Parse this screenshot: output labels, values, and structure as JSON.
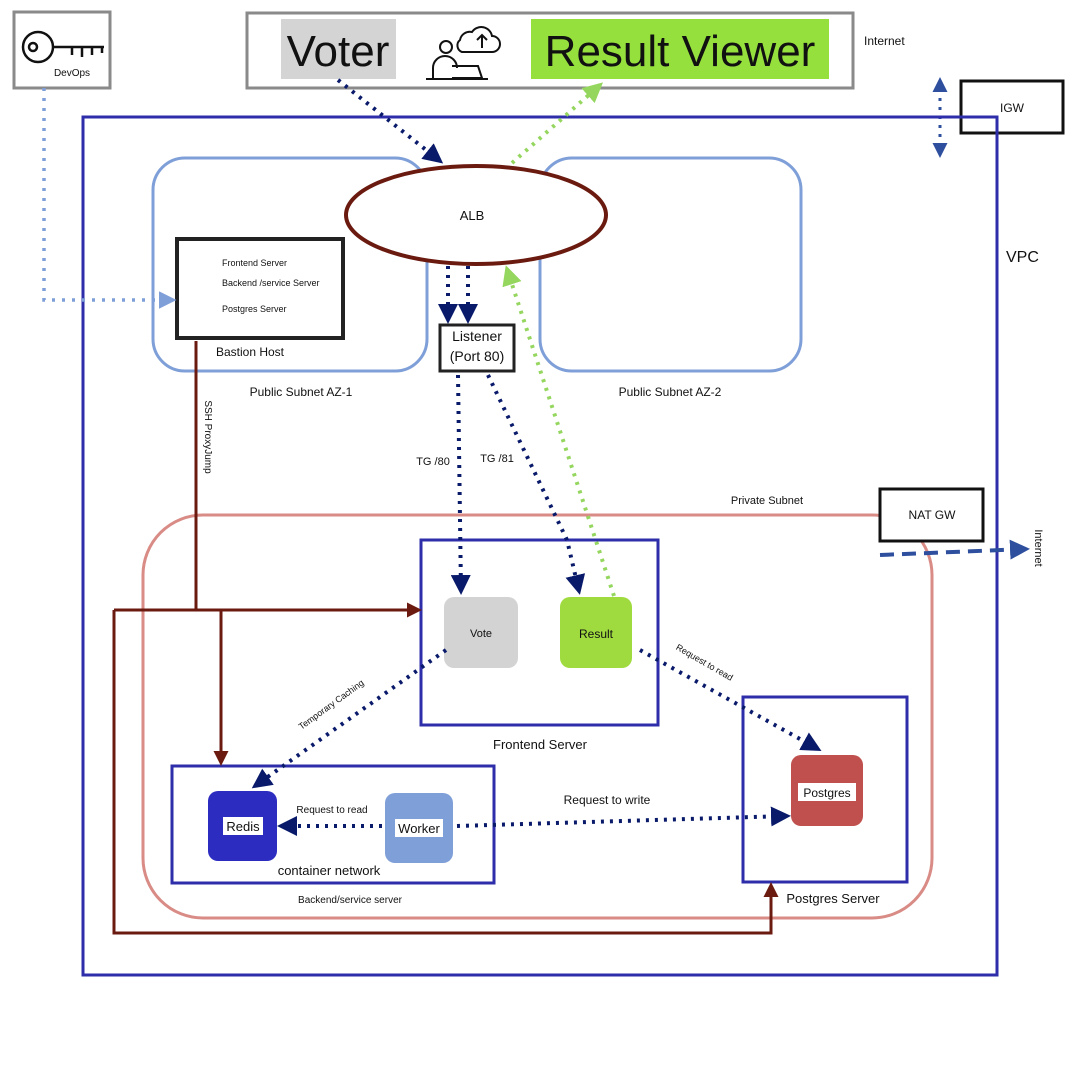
{
  "top_bar": {
    "voter_label": "Voter",
    "result_viewer_label": "Result Viewer",
    "internet_label": "Internet",
    "user_icon": "user-laptop-cloud-icon"
  },
  "devops": {
    "label": "DevOps",
    "icon": "key-icon"
  },
  "igw": {
    "label": "IGW"
  },
  "vpc": {
    "label": "VPC"
  },
  "alb": {
    "label": "ALB"
  },
  "listener": {
    "line1": "Listener",
    "line2": "(Port 80)"
  },
  "public_subnets": {
    "az1_label": "Public Subnet AZ-1",
    "az2_label": "Public Subnet AZ-2"
  },
  "bastion": {
    "items": [
      "Frontend Server",
      "Backend /service Server",
      "Postgres Server"
    ],
    "label": "Bastion Host",
    "ssh_label": "SSH ProxyJump"
  },
  "target_groups": {
    "tg80": "TG /80",
    "tg81": "TG /81"
  },
  "private_subnet": {
    "label": "Private Subnet"
  },
  "nat": {
    "label": "NAT GW",
    "internet_label": "Internet"
  },
  "frontend": {
    "label": "Frontend Server",
    "vote": "Vote",
    "result": "Result"
  },
  "backend": {
    "redis": "Redis",
    "worker": "Worker",
    "container_network": "container network",
    "label": "Backend/service server"
  },
  "postgres": {
    "label": "Postgres Server",
    "db": "Postgres"
  },
  "flows": {
    "temporary_caching": "Temporary Caching",
    "request_to_read_result": "Request to read",
    "request_to_read_worker": "Request to read",
    "request_to_write": "Request to write"
  },
  "colors": {
    "vpc_border": "#2e2eaa",
    "public_subnet": "#7f9fd8",
    "private_subnet": "#d98b86",
    "alb_border": "#6b1a0f",
    "ssh_line": "#6b1a0f",
    "flow_navy": "#0a1a6a",
    "flow_green": "#95d65f",
    "voter_bg": "#d4d4d4",
    "result_viewer_bg": "#96e03e",
    "vote_box": "#d3d3d3",
    "result_box": "#9fdb3f",
    "redis_box": "#2c2cc0",
    "worker_box": "#7f9fd8",
    "postgres_box": "#c0504d",
    "nat_arrow": "#2e4f9e"
  }
}
